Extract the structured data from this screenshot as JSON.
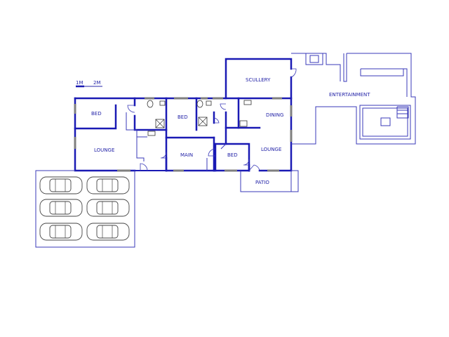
{
  "scale": {
    "label_1m": "1M",
    "label_2m": "2M"
  },
  "rooms": {
    "bed_left": "BED",
    "lounge_left": "LOUNGE",
    "bed_mid": "BED",
    "main": "MAIN",
    "bed_small": "BED",
    "scullery": "SCULLERY",
    "dining": "DINING",
    "lounge_right": "LOUNGE",
    "patio": "PATIO",
    "entertainment": "ENTERTAINMENT"
  },
  "colors": {
    "wall": "#1a1ab4",
    "thin_line": "#3a3ab8",
    "window": "#7f7f7f",
    "text": "#2424a8"
  },
  "parking": {
    "car_count": 6,
    "icon": "car-icon"
  }
}
